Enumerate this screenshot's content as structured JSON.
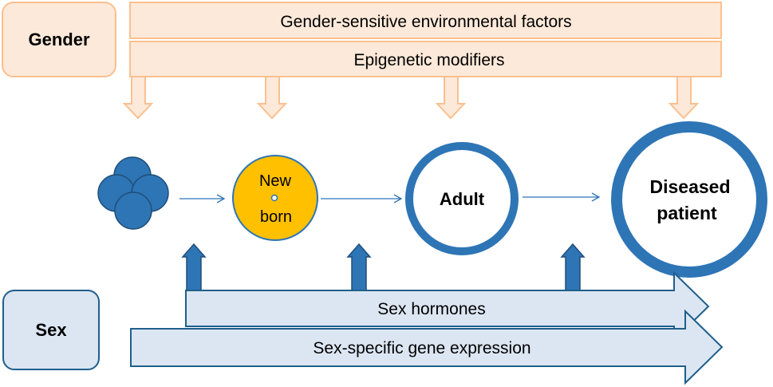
{
  "gender": {
    "label": "Gender"
  },
  "environment": {
    "env_factors_label": "Gender-sensitive environmental factors",
    "epigenetic_label": "Epigenetic modifiers"
  },
  "stages": {
    "newborn_line1": "New",
    "newborn_line2": "born",
    "adult_label": "Adult",
    "diseased_line1": "Diseased",
    "diseased_line2": "patient"
  },
  "sex": {
    "label": "Sex",
    "hormones_label": "Sex hormones",
    "gene_expression_label": "Sex-specific gene expression"
  },
  "colors": {
    "gender_fill": "#fde9d9",
    "gender_stroke": "#fac090",
    "sex_fill": "#dce6f2",
    "sex_stroke": "#1f5f8b",
    "cell_blue": "#2e75b6",
    "newborn_fill": "#ffc000",
    "ring_blue": "#2e75b6"
  }
}
